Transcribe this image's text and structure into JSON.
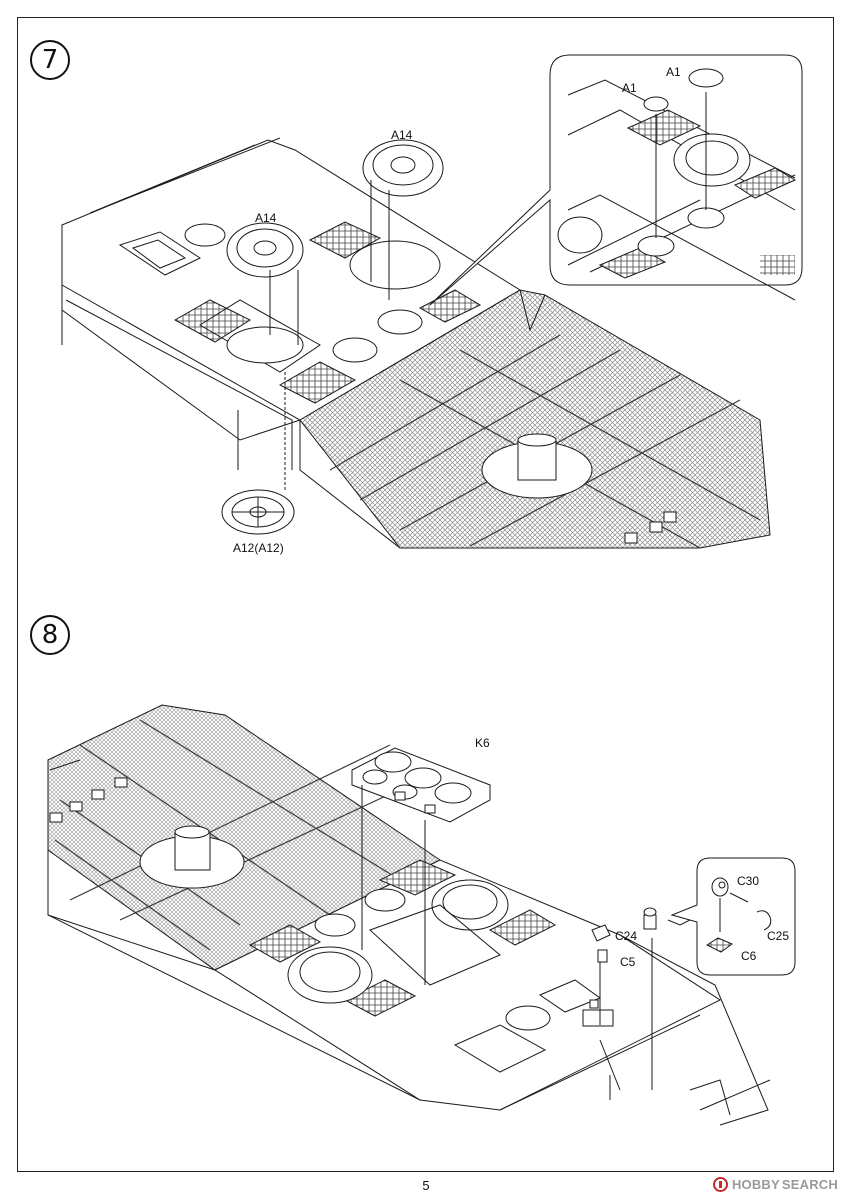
{
  "page": {
    "number": "5",
    "watermark": {
      "hobby": "HOBBY",
      "search": "SEARCH"
    }
  },
  "steps": [
    {
      "number": "7",
      "parts": {
        "a14_top": "A14",
        "a14_left": "A14",
        "a12": "A12(A12)",
        "a1_left": "A1",
        "a1_right": "A1"
      }
    },
    {
      "number": "8",
      "parts": {
        "k6": "K6",
        "c30": "C30",
        "c25": "C25",
        "c6": "C6",
        "c24": "C24",
        "c5": "C5"
      }
    }
  ],
  "colors": {
    "line": "#1a1a1a",
    "mesh": "#8c8c8c",
    "mesh_dark": "#3a3a3a"
  }
}
